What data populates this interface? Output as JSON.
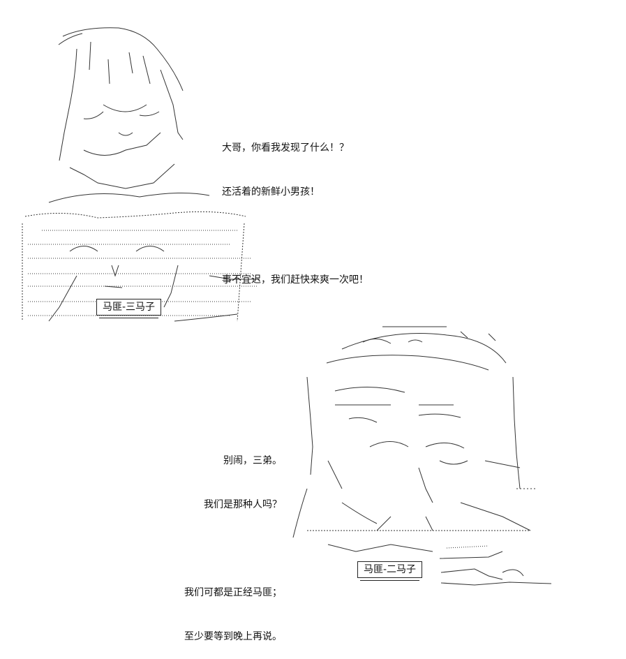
{
  "dialogue_top": {
    "lines": [
      "大哥，你看我发现了什么！？",
      "还活着的新鲜小男孩！",
      "",
      "事不宜迟，我们赶快来爽一次吧！"
    ]
  },
  "dialogue_bottom": {
    "lines": [
      "别闹，三弟。",
      "我们是那种人吗？",
      "",
      "我们可都是正经马匪；",
      "至少要等到晚上再说。"
    ]
  },
  "characters": {
    "top": {
      "name_tag": "马匪-三马子"
    },
    "bottom": {
      "name_tag": "马匪-二马子"
    }
  },
  "colors": {
    "background": "#ffffff",
    "ink": "#111111"
  }
}
